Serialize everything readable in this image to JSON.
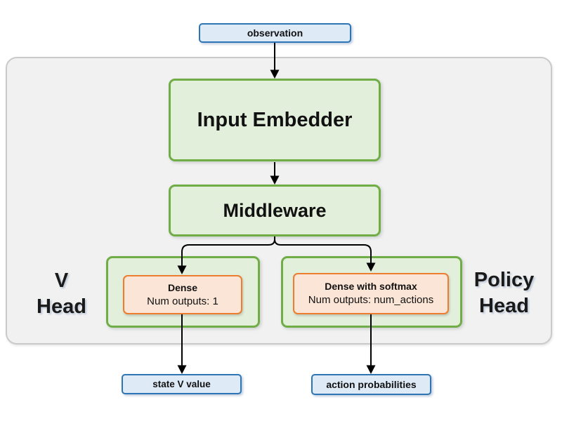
{
  "diagram": {
    "nodes": {
      "observation": "observation",
      "input_embedder": "Input Embedder",
      "middleware": "Middleware",
      "v_dense_title": "Dense",
      "v_dense_subtitle": "Num outputs: 1",
      "policy_dense_title": "Dense with softmax",
      "policy_dense_subtitle": "Num outputs: num_actions",
      "state_v_value": "state V value",
      "action_probabilities": "action probabilities"
    },
    "labels": {
      "v_head_line1": "V",
      "v_head_line2": "Head",
      "policy_head_line1": "Policy",
      "policy_head_line2": "Head"
    },
    "colors": {
      "io_border": "#2E75B6",
      "io_fill": "#DEEBF7",
      "block_border": "#70AD47",
      "block_fill": "#E2EFDA",
      "dense_border": "#ED7D31",
      "dense_fill": "#FBE5D6",
      "panel_fill": "#F1F1F2",
      "panel_border": "#C9CACB",
      "arrow": "#000000"
    }
  }
}
